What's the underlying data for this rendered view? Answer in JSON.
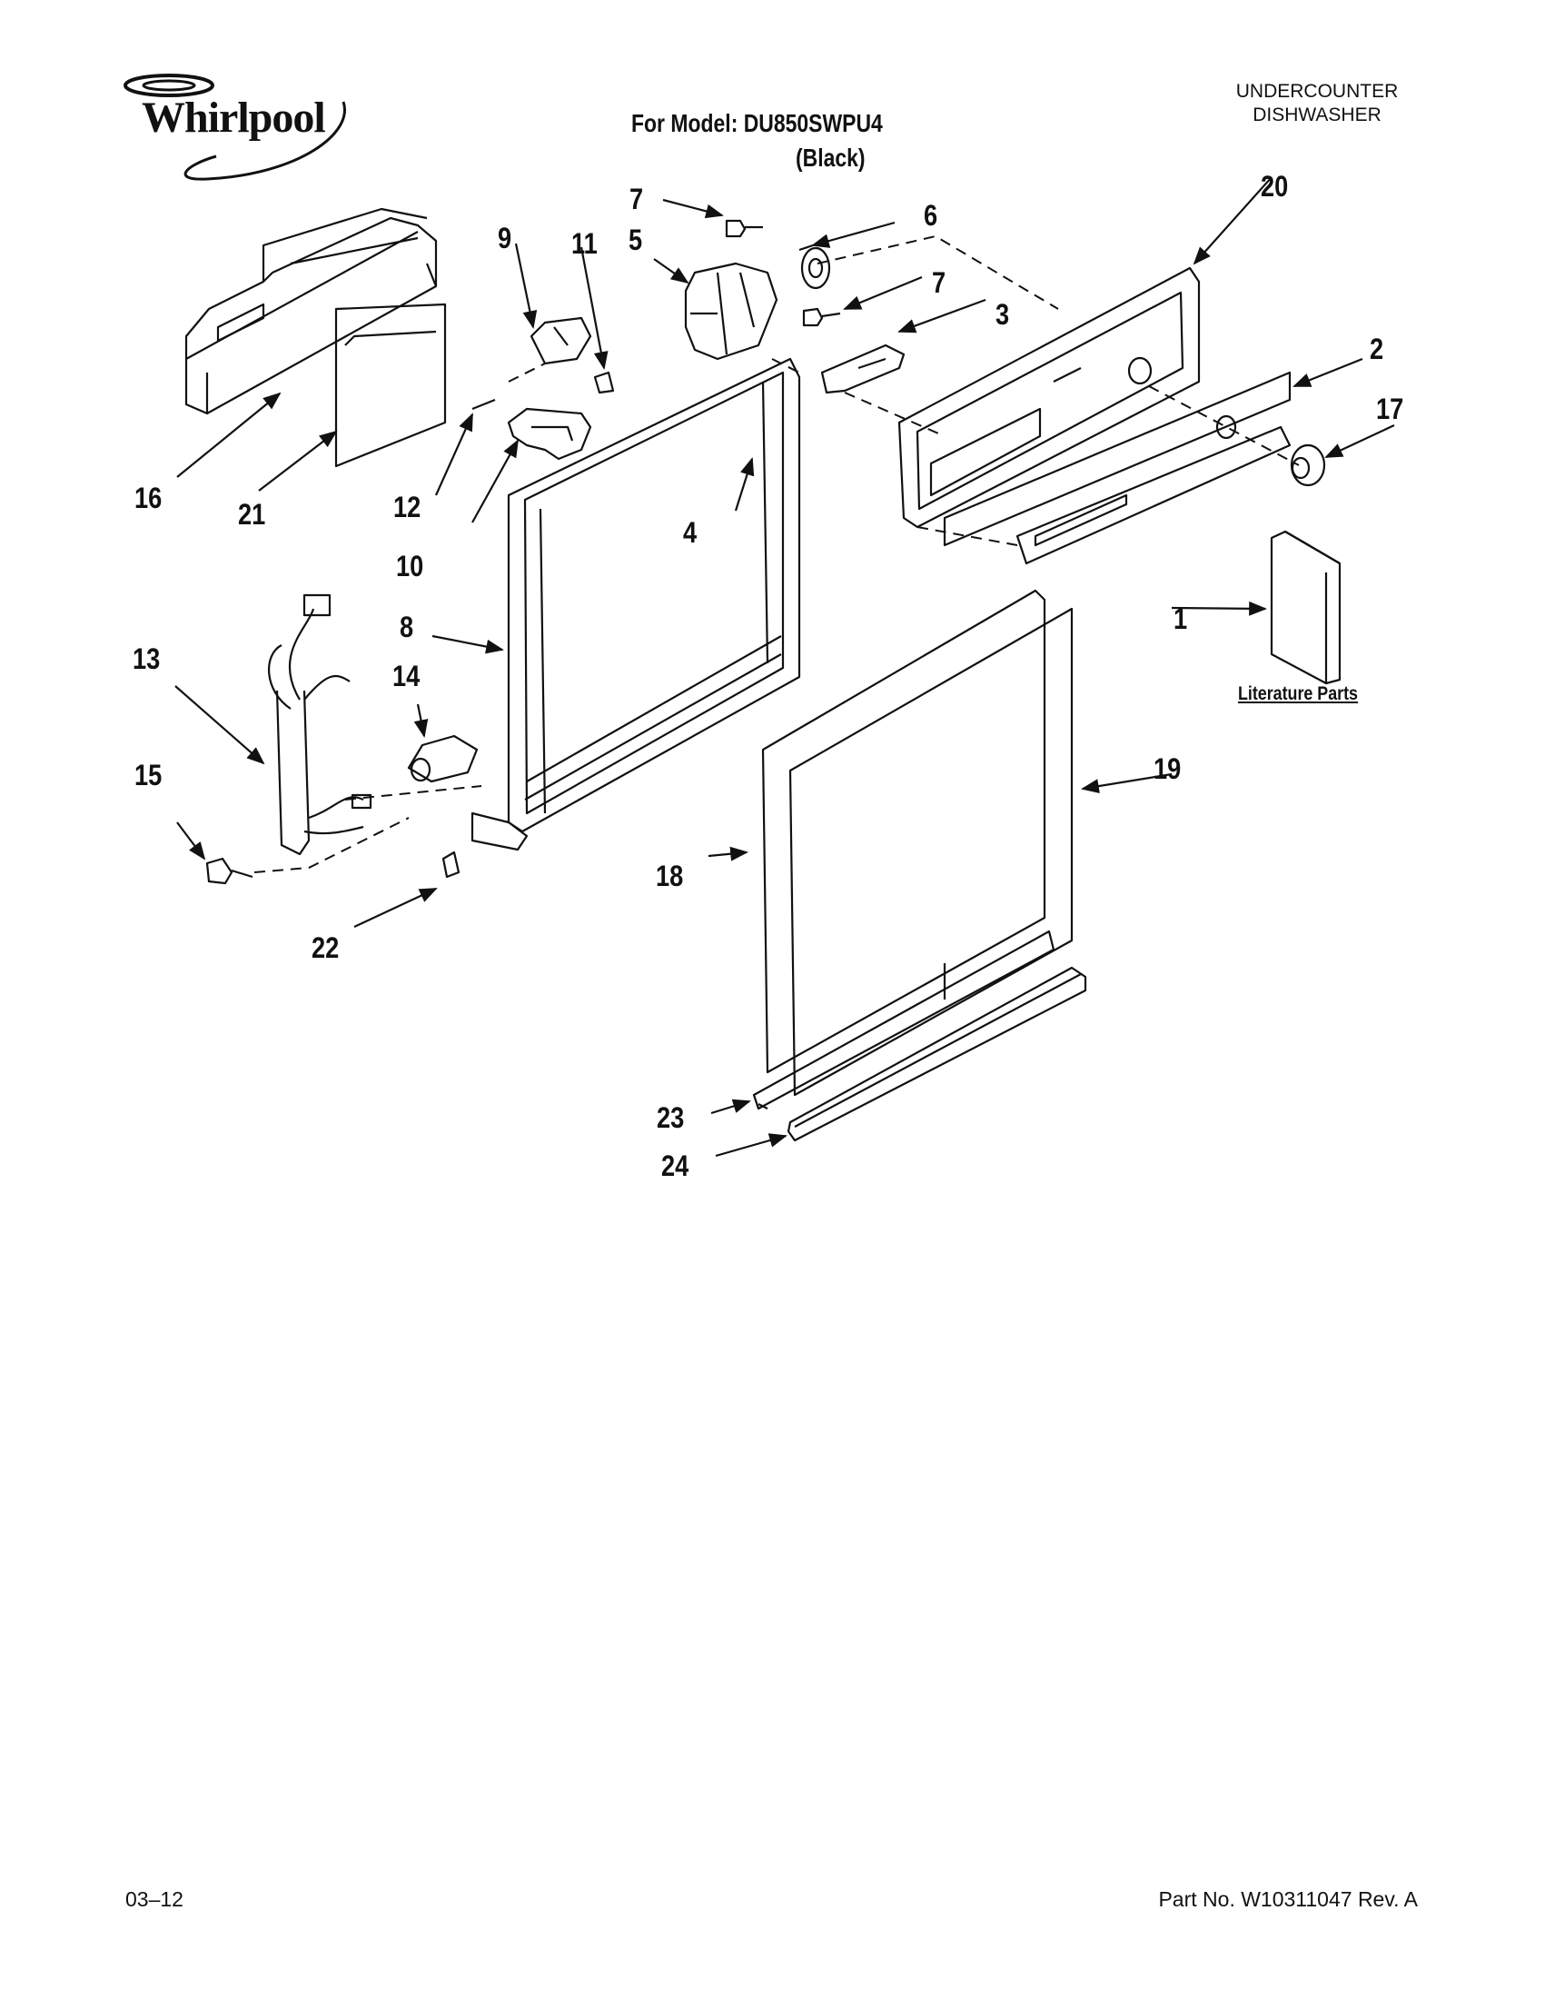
{
  "brand": {
    "name": "Whirlpool"
  },
  "header": {
    "model_line": "For Model: DU850SWPU4",
    "variant": "(Black)",
    "appliance_type_line1": "UNDERCOUNTER",
    "appliance_type_line2": "DISHWASHER"
  },
  "diagram": {
    "callouts": [
      "1",
      "2",
      "3",
      "4",
      "5",
      "6",
      "7",
      "7",
      "8",
      "9",
      "10",
      "11",
      "12",
      "13",
      "14",
      "15",
      "16",
      "17",
      "18",
      "19",
      "20",
      "21",
      "22",
      "23",
      "24"
    ],
    "literature_label": "Literature Parts"
  },
  "footer": {
    "date": "03–12",
    "part_number": "Part No. W10311047 Rev. A"
  }
}
